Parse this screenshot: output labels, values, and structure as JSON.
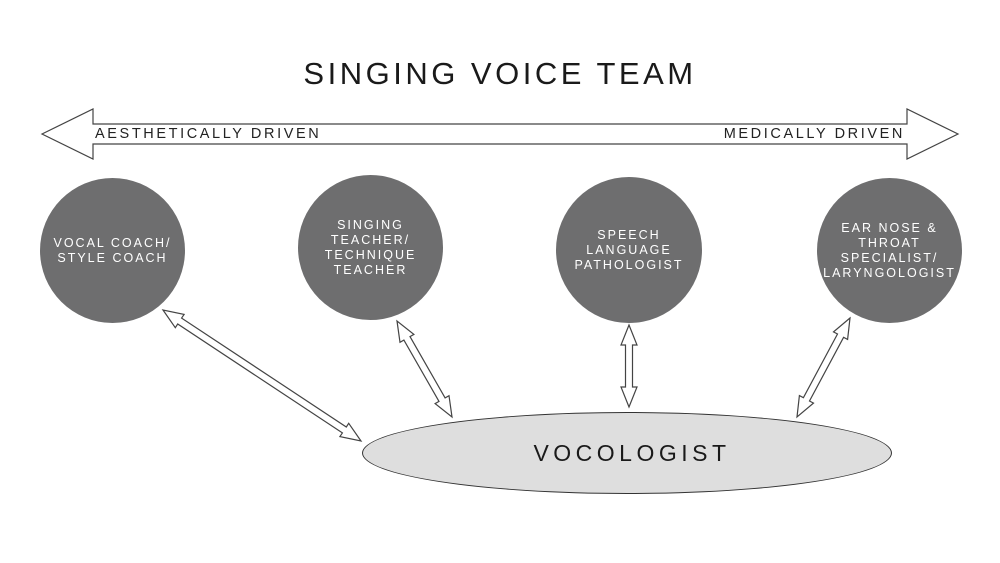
{
  "title": "SINGING VOICE TEAM",
  "axis": {
    "left_label": "AESTHETICALLY DRIVEN",
    "right_label": "MEDICALLY DRIVEN"
  },
  "nodes": [
    {
      "label": "VOCAL COACH/\nSTYLE COACH"
    },
    {
      "label": "SINGING\nTEACHER/\nTECHNIQUE\nTEACHER"
    },
    {
      "label": "SPEECH\nLANGUAGE\nPATHOLOGIST"
    },
    {
      "label": "EAR NOSE &\nTHROAT\nSPECIALIST/\nLARYNGOLOGIST"
    }
  ],
  "hub": {
    "label": "VOCOLOGIST"
  },
  "colors": {
    "node_fill": "#6e6e6f",
    "hub_fill": "#dedede",
    "arrow_fill": "#ffffff",
    "arrow_stroke": "#444444"
  }
}
